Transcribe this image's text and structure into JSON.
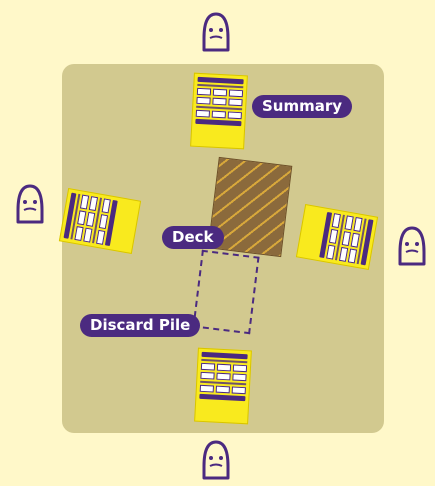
{
  "labels": {
    "summary": "Summary",
    "deck": "Deck",
    "discard_pile": "Discard Pile"
  },
  "players": [
    "top",
    "left",
    "right",
    "bottom"
  ],
  "colors": {
    "background": "#fff8c9",
    "table": "#d2c98f",
    "accent": "#4b2a80",
    "card": "#f9ea1e"
  }
}
